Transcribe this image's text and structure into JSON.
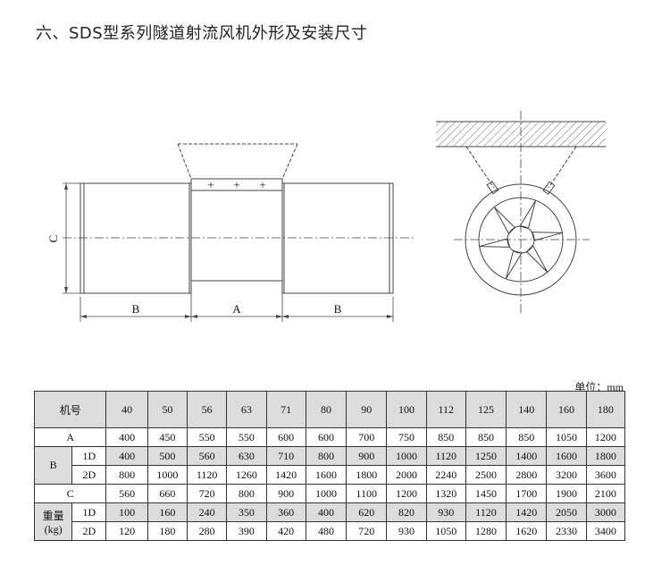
{
  "title": "六、SDS型系列隧道射流风机外形及安装尺寸",
  "drawing_labels": {
    "c": "C",
    "b_left": "B",
    "a": "A",
    "b_right": "B"
  },
  "unit": "单位：mm",
  "table": {
    "corner": "机号",
    "models": [
      "40",
      "50",
      "56",
      "63",
      "71",
      "80",
      "90",
      "100",
      "112",
      "125",
      "140",
      "160",
      "180"
    ],
    "a_label": "A",
    "a_values": [
      "400",
      "450",
      "550",
      "550",
      "600",
      "600",
      "700",
      "750",
      "850",
      "850",
      "850",
      "1050",
      "1200"
    ],
    "b_label": "B",
    "b1_label": "1D",
    "b1_values": [
      "400",
      "500",
      "560",
      "630",
      "710",
      "800",
      "900",
      "1000",
      "1120",
      "1250",
      "1400",
      "1600",
      "1800"
    ],
    "b2_label": "2D",
    "b2_values": [
      "800",
      "1000",
      "1120",
      "1260",
      "1420",
      "1600",
      "1800",
      "2000",
      "2240",
      "2500",
      "2800",
      "3200",
      "3600"
    ],
    "c_label": "C",
    "c_values": [
      "560",
      "660",
      "720",
      "800",
      "900",
      "1000",
      "1100",
      "1200",
      "1320",
      "1450",
      "1700",
      "1900",
      "2100"
    ],
    "w_label1": "重量",
    "w_label2": "(kg)",
    "w1_label": "1D",
    "w1_values": [
      "100",
      "160",
      "240",
      "350",
      "360",
      "400",
      "620",
      "820",
      "930",
      "1120",
      "1420",
      "2050",
      "3000"
    ],
    "w2_label": "2D",
    "w2_values": [
      "120",
      "180",
      "280",
      "390",
      "420",
      "480",
      "720",
      "930",
      "1050",
      "1280",
      "1620",
      "2330",
      "3400"
    ]
  }
}
